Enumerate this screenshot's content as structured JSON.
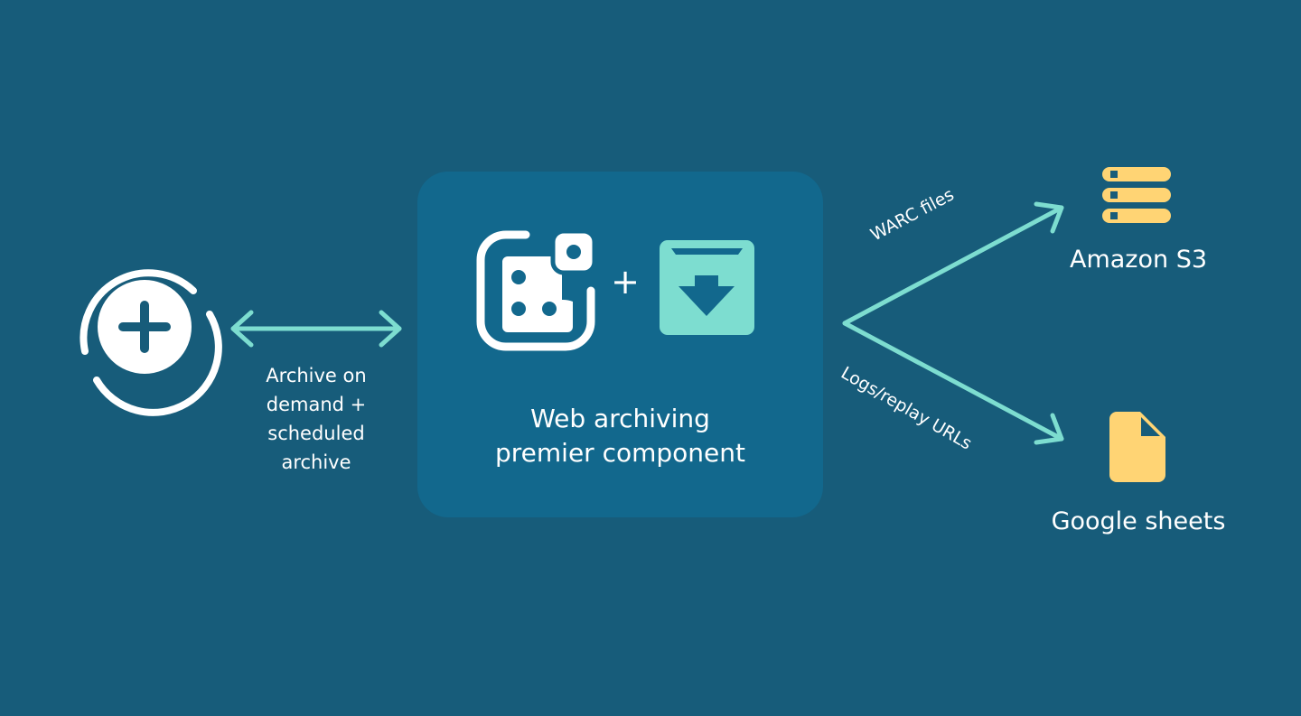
{
  "colors": {
    "background": "#175c7a",
    "center_box": "#12688d",
    "accent_teal": "#7dddd0",
    "storage_yellow": "#ffd474",
    "text": "#ffffff"
  },
  "left_node": {
    "icon": "add-circle-icon",
    "connector_label": "Archive on demand + scheduled archive",
    "connector_lines": [
      "Archive on",
      "demand +",
      "scheduled",
      "archive"
    ],
    "connector": "bidirectional-arrow"
  },
  "center_node": {
    "icons": [
      "dice-app-icon",
      "archive-download-icon"
    ],
    "joiner": "+",
    "title_lines": [
      "Web archiving",
      "premier component"
    ]
  },
  "outputs": [
    {
      "edge_label": "WARC files",
      "icon": "database-icon",
      "label": "Amazon S3"
    },
    {
      "edge_label": "Logs/replay URLs",
      "icon": "document-icon",
      "label": "Google sheets"
    }
  ]
}
